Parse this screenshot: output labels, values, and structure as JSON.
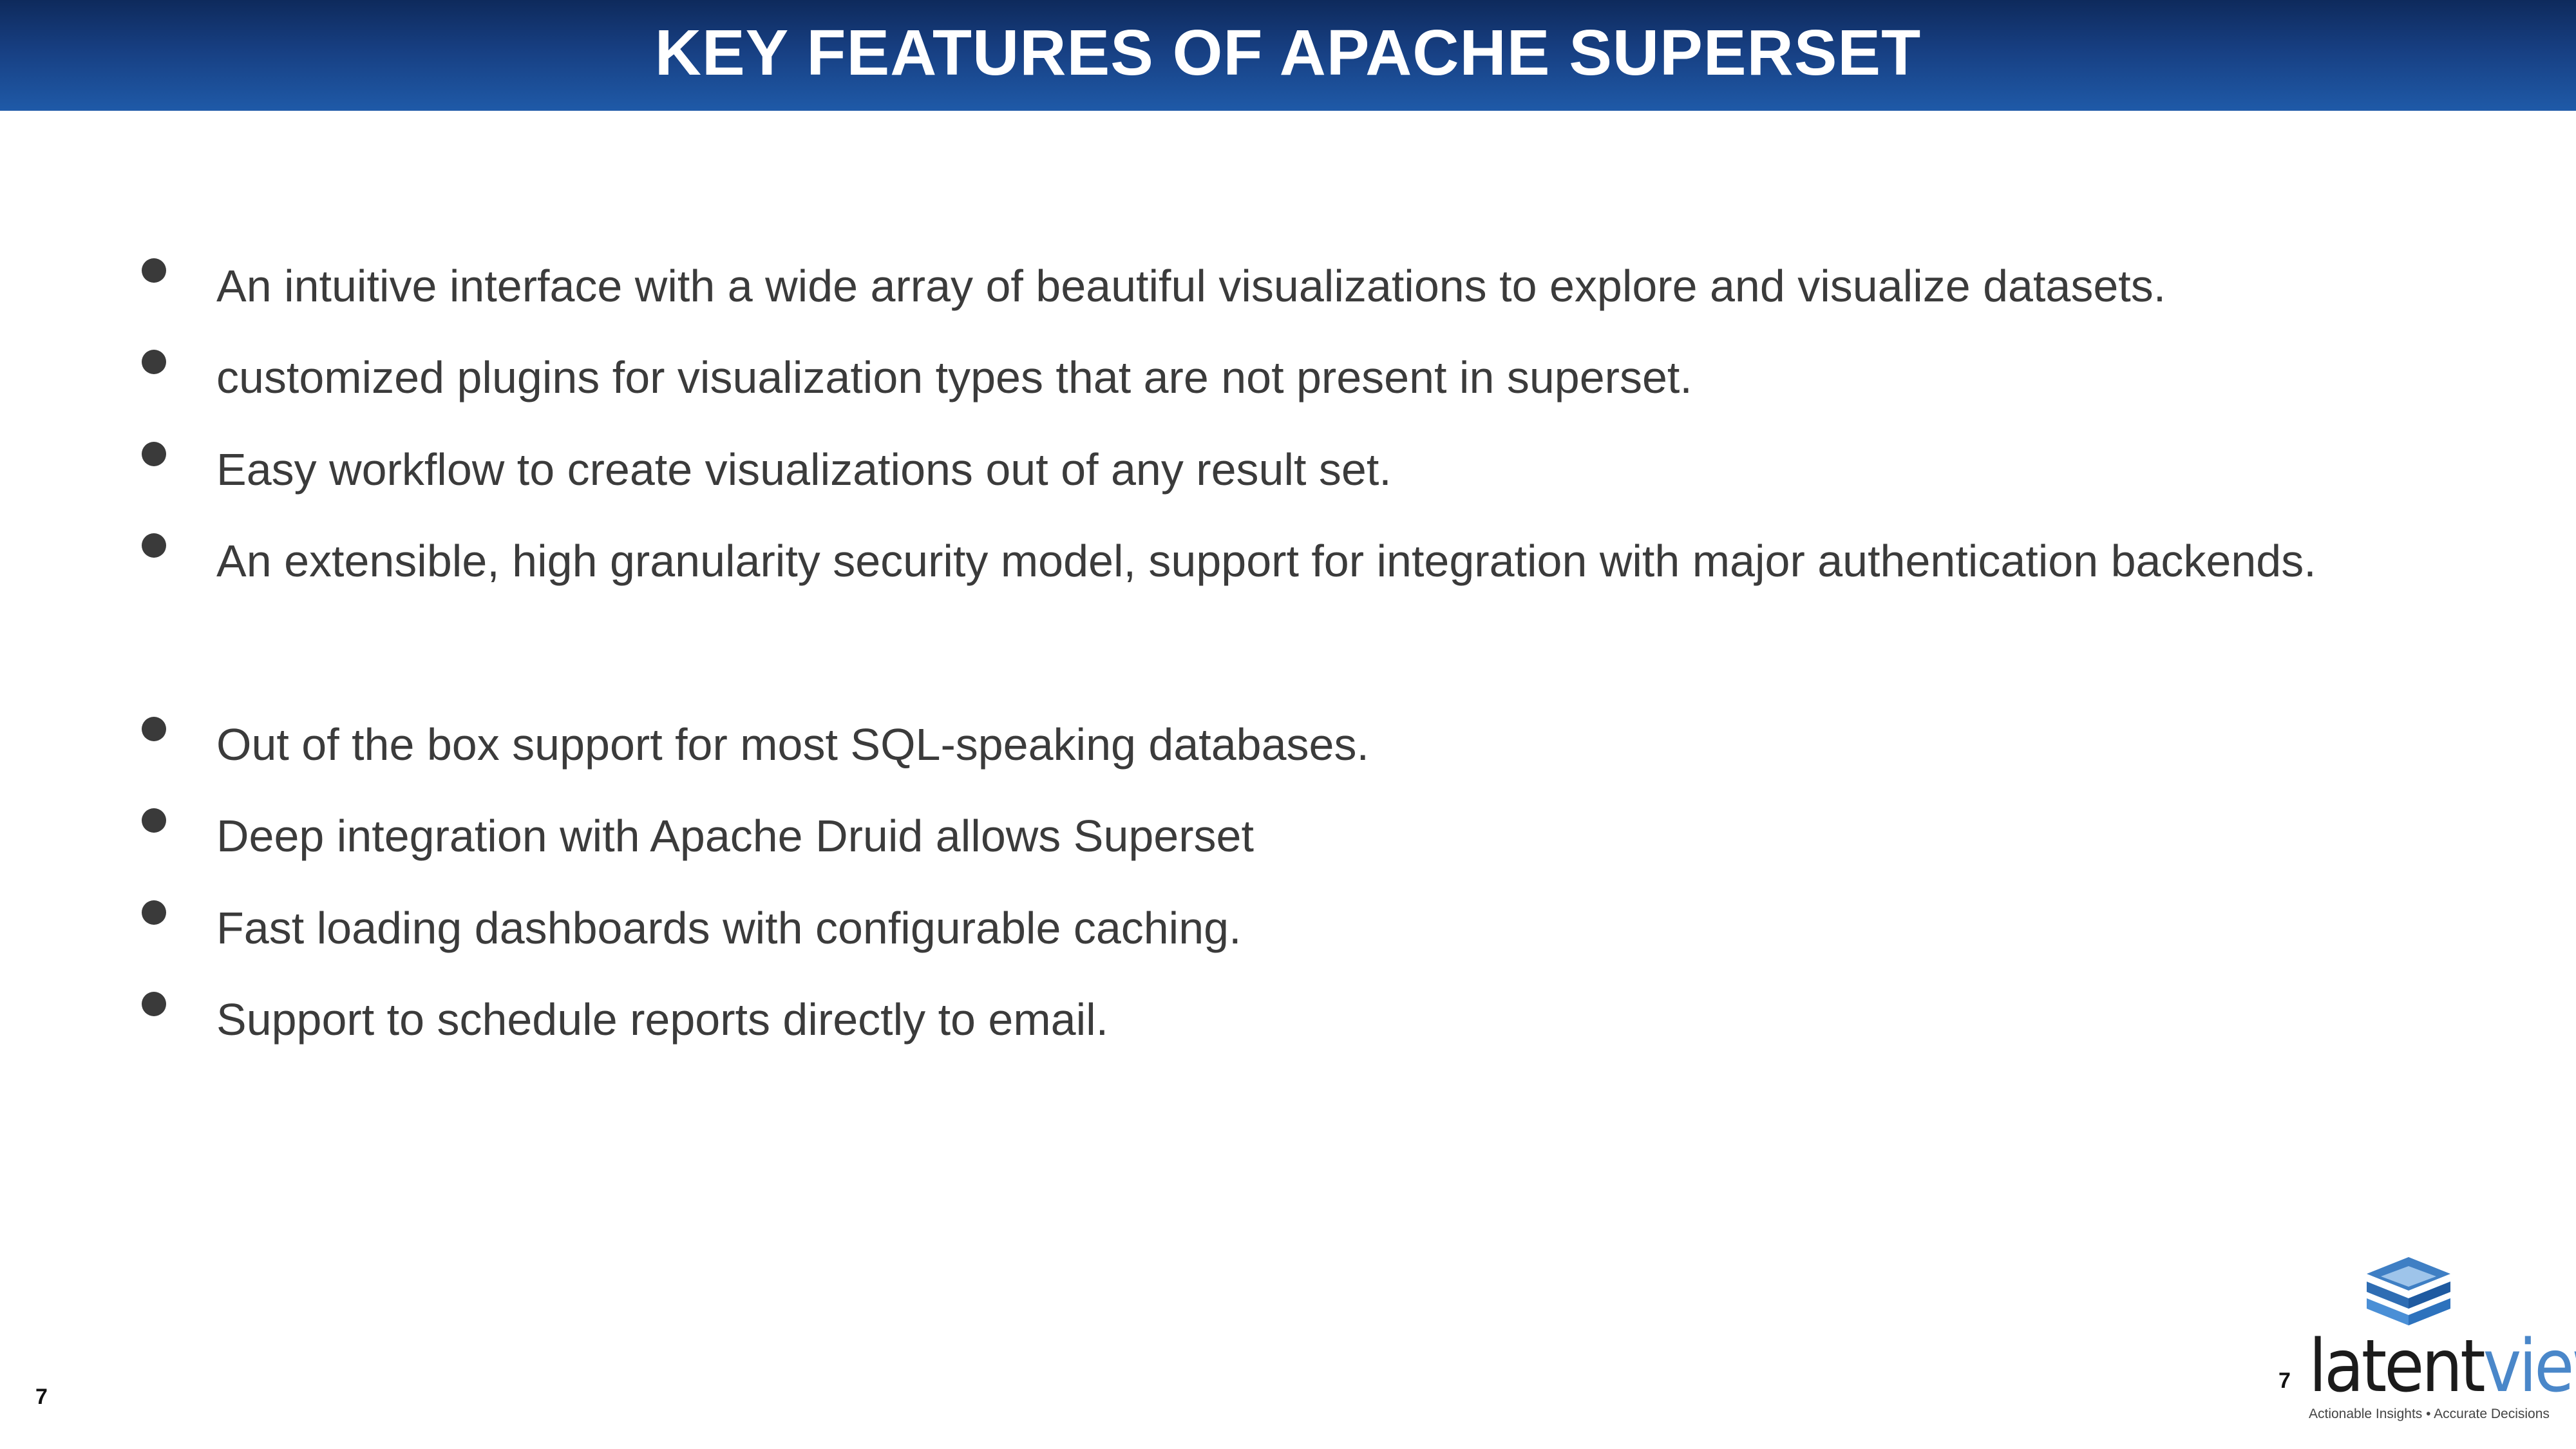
{
  "slide": {
    "title": "KEY FEATURES OF APACHE SUPERSET",
    "bullets": [
      "An intuitive interface with a wide array of beautiful visualizations to explore and visualize datasets.",
      "customized plugins for visualization types that are not present in superset.",
      "Easy workflow to create visualizations out of any result set.",
      "An extensible, high granularity security model, support for integration with major authentication backends.",
      "Out of the box support for most SQL-speaking databases.",
      "Deep integration with Apache Druid allows Superset",
      "Fast loading dashboards with configurable caching.",
      "Support to schedule reports directly to email."
    ],
    "page_number_left": "7",
    "page_number_right": "7"
  },
  "logo": {
    "word_part1": "latent",
    "word_part2": "view",
    "tagline": "Actionable Insights • Accurate Decisions",
    "icon": "stacked-layers-icon"
  },
  "colors": {
    "header_dark": "#0e2a5c",
    "header_light": "#1f5aa8",
    "body_text": "#3b3b3b",
    "logo_blue": "#4a87c9"
  }
}
